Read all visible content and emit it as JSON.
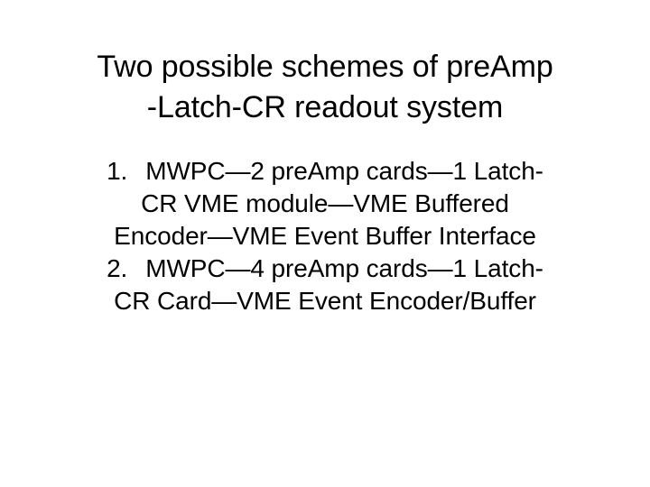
{
  "slide": {
    "background_color": "#ffffff",
    "text_color": "#000000",
    "title": {
      "line1": "Two possible schemes of preAmp",
      "line2": "-Latch-CR readout system"
    },
    "list": {
      "items": [
        {
          "marker": "1.",
          "line1": "MWPC—2 preAmp cards—1 Latch-",
          "line2": "CR VME module—VME Buffered",
          "line3": "Encoder—VME Event Buffer Interface"
        },
        {
          "marker": "2.",
          "line1": "MWPC—4 preAmp cards—1 Latch-",
          "line2": "CR Card—VME Event Encoder/Buffer"
        }
      ]
    }
  }
}
